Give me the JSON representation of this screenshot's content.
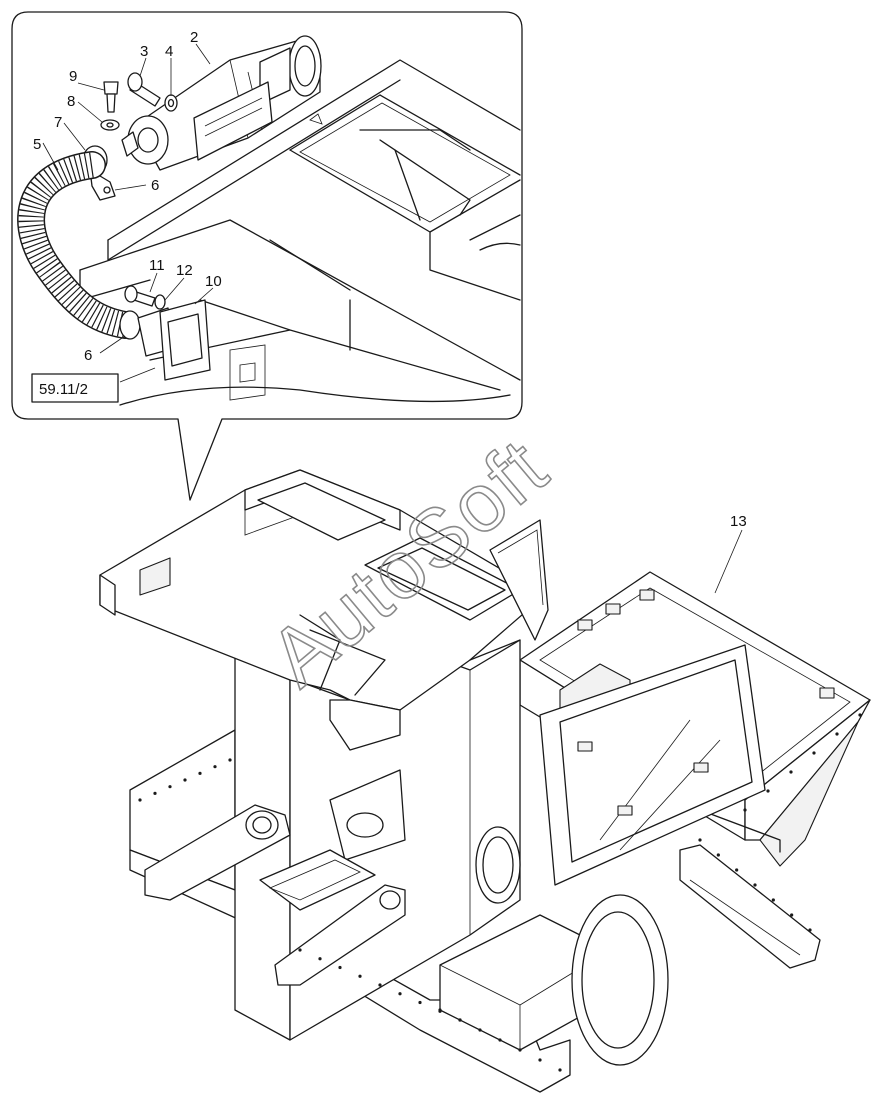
{
  "diagram": {
    "inset_ref": "59.11/2",
    "callouts": [
      {
        "id": "c2",
        "text": "2"
      },
      {
        "id": "c3",
        "text": "3"
      },
      {
        "id": "c4",
        "text": "4"
      },
      {
        "id": "c9",
        "text": "9"
      },
      {
        "id": "c8",
        "text": "8"
      },
      {
        "id": "c7",
        "text": "7"
      },
      {
        "id": "c5",
        "text": "5"
      },
      {
        "id": "c6a",
        "text": "6"
      },
      {
        "id": "c11",
        "text": "11"
      },
      {
        "id": "c12",
        "text": "12"
      },
      {
        "id": "c10",
        "text": "10"
      },
      {
        "id": "c6b",
        "text": "6"
      },
      {
        "id": "c13",
        "text": "13"
      }
    ],
    "watermark": "AutoSoft"
  }
}
